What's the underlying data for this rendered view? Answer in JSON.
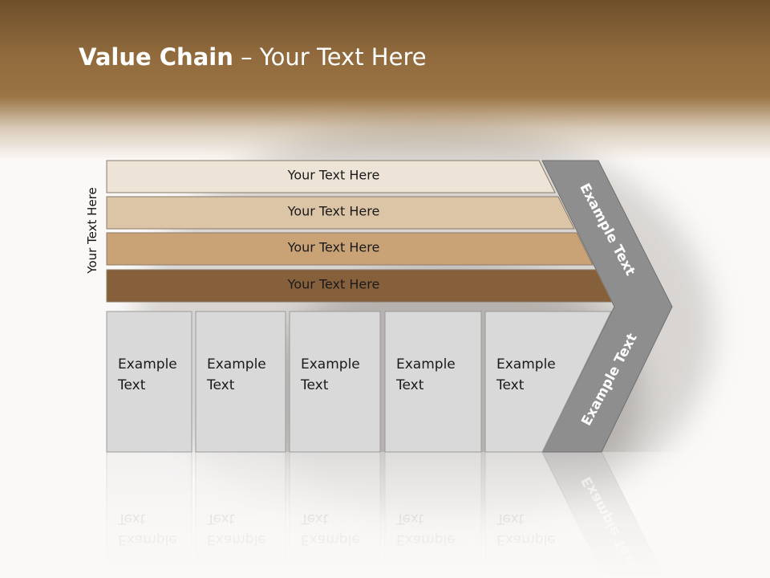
{
  "title": {
    "bold": "Value Chain",
    "rest": " – Your Text Here"
  },
  "side_label": "Your Text Here",
  "bars": [
    {
      "label": "Your Text Here",
      "fill": "#ede3d6"
    },
    {
      "label": "Your Text Here",
      "fill": "#dcc4a6"
    },
    {
      "label": "Your Text Here",
      "fill": "#c9a376"
    },
    {
      "label": "Your Text Here",
      "fill": "#86603a"
    }
  ],
  "boxes": [
    {
      "line1": "Example",
      "line2": "Text"
    },
    {
      "line1": "Example",
      "line2": "Text"
    },
    {
      "line1": "Example",
      "line2": "Text"
    },
    {
      "line1": "Example",
      "line2": "Text"
    },
    {
      "line1": "Example",
      "line2": "Text"
    }
  ],
  "arrow": {
    "upper_text": "Example Text",
    "lower_text": "Example Text",
    "fill": "#8e8e8e"
  }
}
